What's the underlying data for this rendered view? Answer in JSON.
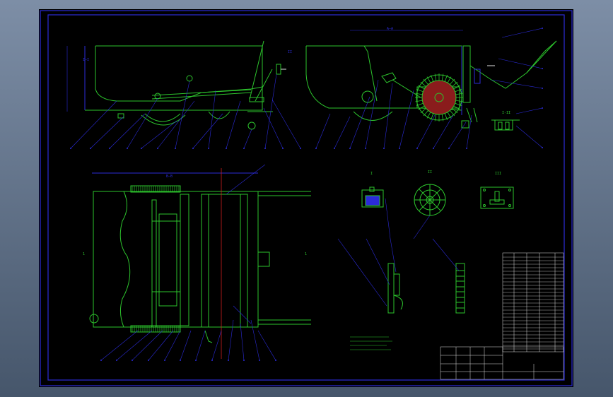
{
  "colors": {
    "background": "#55657c",
    "sheet": "#000000",
    "frame": "#2b2bd8",
    "body": "#2dc52d",
    "leader": "#2b2bd8",
    "center": "#d02020",
    "accent": "#e0e0e0"
  },
  "views": {
    "detail_a_label": "I",
    "detail_b_label": "II",
    "detail_c_label": "III",
    "section_label": "A–A"
  },
  "title_block": {
    "title": "",
    "drawing_no": ""
  }
}
